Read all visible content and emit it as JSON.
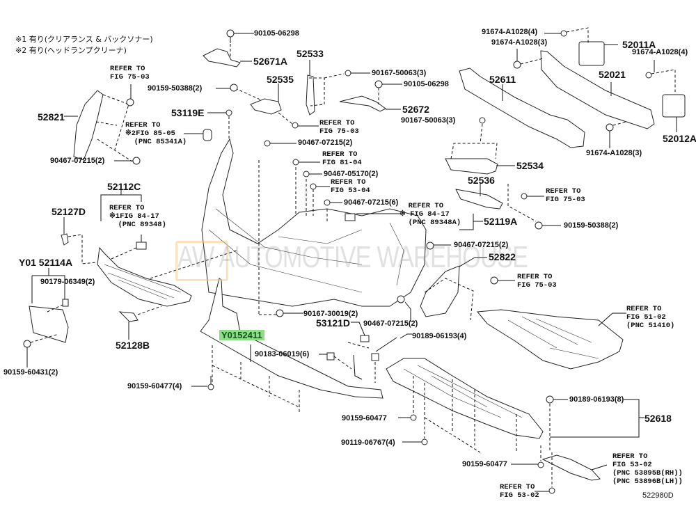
{
  "notes": [
    "※1 有り(クリアランス & バックソナー)",
    "※2 有り(ヘッドランプクリーナ)"
  ],
  "watermark": {
    "logo_text": "AW",
    "text": "AUTOMOTIVE WAREHOUSE",
    "logo_color": "#fabe6e"
  },
  "highlight_color": "#8fdc8a",
  "figure_code": "522980D",
  "parts": {
    "p90105_06298_a": "90105-06298",
    "p52671A": "52671A",
    "p52533": "52533",
    "p52535": "52535",
    "p90159_50388_a": "90159-50388(2)",
    "p53119E": "53119E",
    "p52821": "52821",
    "p90467_07215_left": "90467-07215(2)",
    "p90467_07215_top": "90467-07215(2)",
    "p90167_50063_a": "90167-50063(3)",
    "p90105_06298_b": "90105-06298",
    "p52672": "52672",
    "p90167_50063_b": "90167-50063(3)",
    "p91674_a": "91674-A1028(4)",
    "p91674_b": "91674-A1028(3)",
    "p52011A": "52011A",
    "p91674_c": "91674-A1028(4)",
    "p52611": "52611",
    "p52021": "52021",
    "p91674_d": "91674-A1028(3)",
    "p52012A": "52012A",
    "p52534": "52534",
    "p52536": "52536",
    "p90159_50388_b": "90159-50388(2)",
    "p52119A": "52119A",
    "p90467_05170": "90467-05170(2)",
    "p90467_07215_6": "90467-07215(6)",
    "p90467_07215_mid": "90467-07215(2)",
    "p52822": "52822",
    "p52112C": "52112C",
    "p52127D": "52127D",
    "pY01_52114A": "Y01 52114A",
    "p90179_06349": "90179-06349(2)",
    "p52128B": "52128B",
    "p90159_60431": "90159-60431(2)",
    "p90167_30019": "90167-30019(2)",
    "p53121D": "53121D",
    "p90467_07215_low": "90467-07215(2)",
    "pY0152411": "Y0152411",
    "p90183_06019": "90183-06019(6)",
    "p90189_06193_4": "90189-06193(4)",
    "p90159_60477_4": "90159-60477(4)",
    "p90159_60477_a": "90159-60477",
    "p90119_06767": "90119-06767(4)",
    "p90189_06193_8": "90189-06193(8)",
    "p52618": "52618",
    "p90159_60477_b": "90159-60477"
  },
  "refs": {
    "r75_03_a": "REFER TO\nFIG 75-03",
    "r85_05": "REFER TO\n※2FIG 85-05\n  (PNC 85341A)",
    "r75_03_b": "REFER TO\nFIG 75-03",
    "r81_04": "REFER TO\nFIG 81-04",
    "r53_04": "REFER TO\nFIG 53-04",
    "r84_17_a": "REFER TO\n※1FIG 84-17\n  (PNC 89348)",
    "r84_17_b": "  REFER TO\n※ FIG 84-17\n  (PNC 89348A)",
    "r75_03_c": "REFER TO\nFIG 75-03",
    "r75_03_d": "REFER TO\nFIG 75-03",
    "r51_02": "REFER TO\nFIG 51-02\n(PNC 51410)",
    "r53_02_a": "REFER TO\nFIG 53-02\n(PNC 53895B(RH))\n(PNC 53896B(LH))",
    "r53_02_b": "REFER TO\nFIG 53-02"
  }
}
